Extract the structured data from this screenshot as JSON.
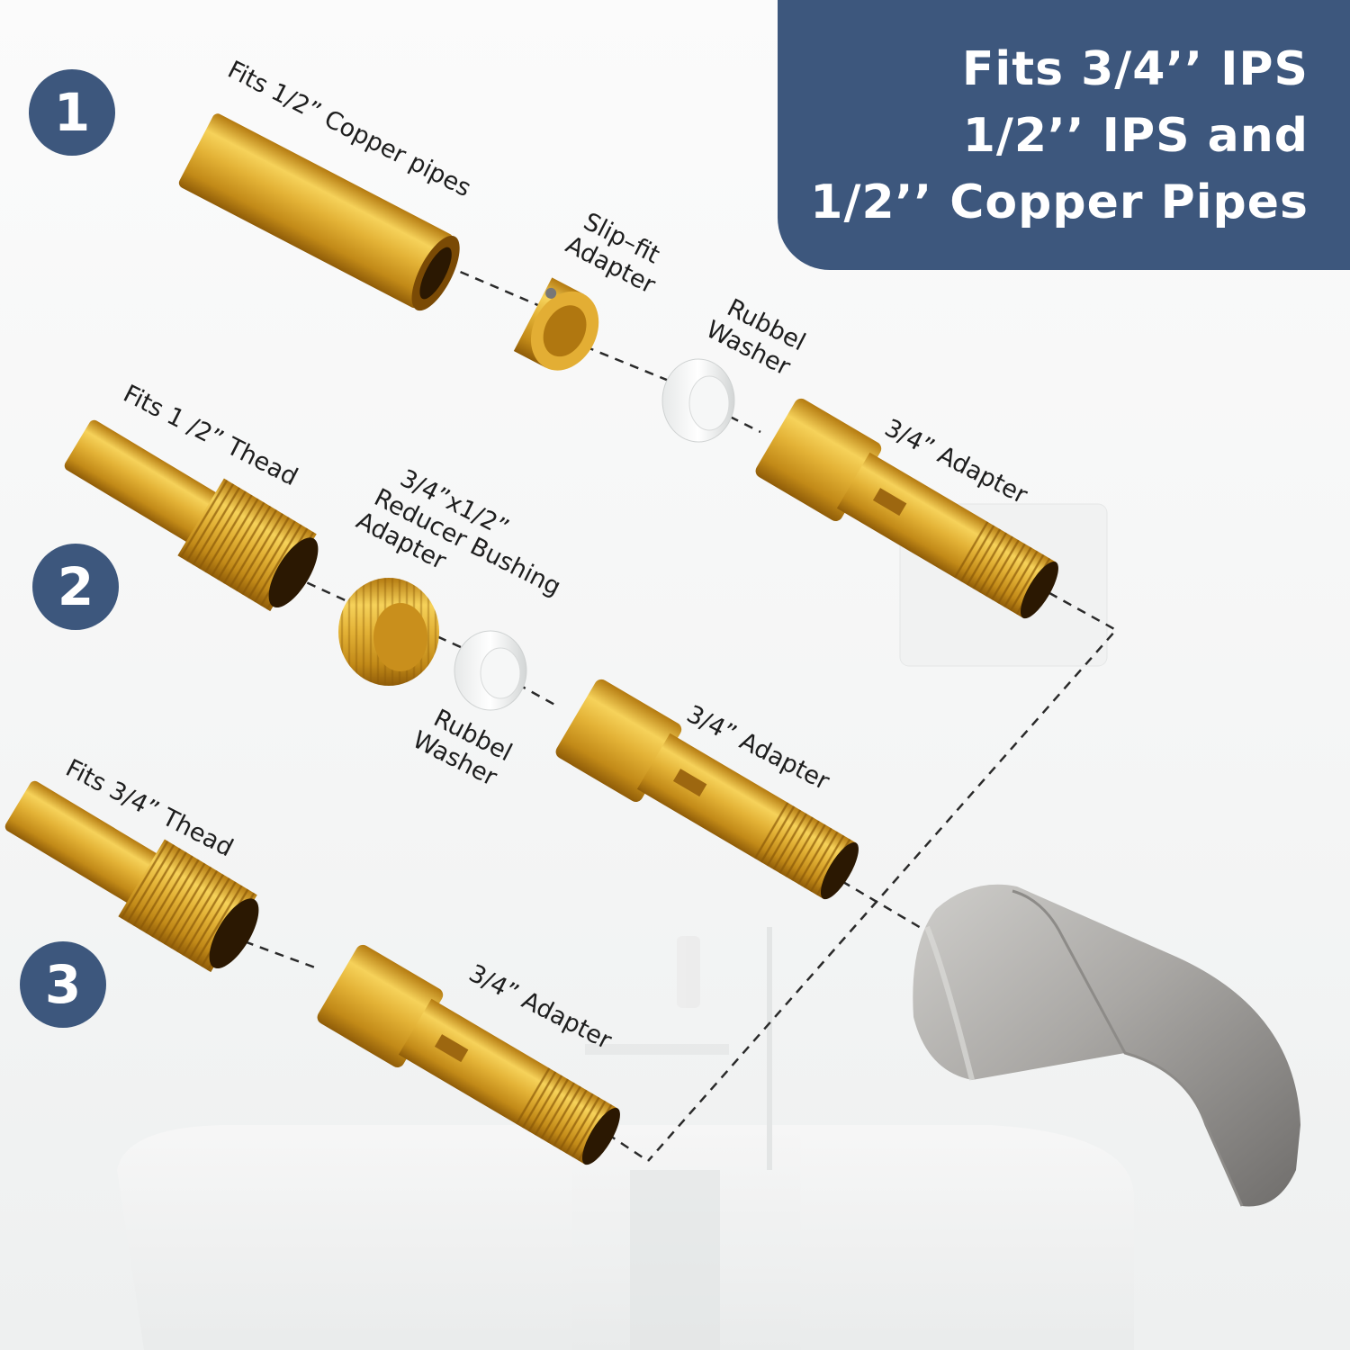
{
  "banner": {
    "lines": [
      "Fits 3/4’’ IPS",
      "1/2’’ IPS and",
      "1/2’’ Copper Pipes"
    ]
  },
  "steps": [
    "1",
    "2",
    "3"
  ],
  "labels": {
    "fits_copper": "Fits 1/2” Copper pipes",
    "slip_fit_1": "Slip–fit",
    "slip_fit_2": "Adapter",
    "washer_top_1": "Rubbel",
    "washer_top_2": "Washer",
    "adapter_1": "3/4” Adapter",
    "fits_half_thread": "Fits 1 /2” Thead",
    "reducer_1": "3/4”x1/2”",
    "reducer_2": "Reducer Bushing",
    "reducer_3": "Adapter",
    "washer_mid_1": "Rubbel",
    "washer_mid_2": "Washer",
    "adapter_2": "3/4” Adapter",
    "fits_threequarter_thread": "Fits 3/4” Thead",
    "adapter_3": "3/4” Adapter"
  },
  "colors": {
    "banner": "#3d577d",
    "brass_light": "#f3cc4c",
    "brass_mid": "#d9a428",
    "brass_dark": "#a86e0c",
    "nickel": "#a7a5a2"
  }
}
